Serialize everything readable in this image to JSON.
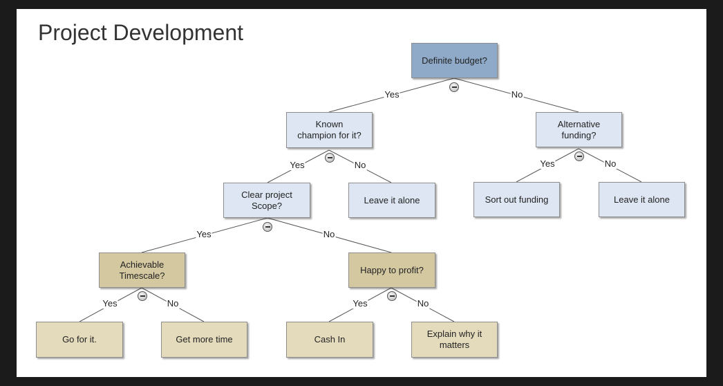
{
  "title": "Project Development",
  "colors": {
    "background": "#1b1b1b",
    "canvas": "#ffffff",
    "decision_root": "#8fa9c9",
    "decision": "#dde6f2",
    "leaf_tan": "#d4c8a1",
    "leaf_tan_light": "#e4dbbd",
    "edge": "#555555"
  },
  "nodes": {
    "definite_budget": "Definite budget?",
    "known_champion": "Known\nchampion for it?",
    "alternative_funding": "Alternative\nfunding?",
    "clear_scope": "Clear project\nScope?",
    "leave_alone_1": "Leave it alone",
    "sort_out_funding": "Sort out funding",
    "leave_alone_2": "Leave it alone",
    "achievable_timescale": "Achievable\nTimescale?",
    "happy_to_profit": "Happy to profit?",
    "go_for_it": "Go for it.",
    "get_more_time": "Get more time",
    "cash_in": "Cash In",
    "explain_why": "Explain why it\nmatters"
  },
  "edges": {
    "yes": "Yes",
    "no": "No"
  },
  "icons": {
    "collapse": "collapse-minus-icon"
  }
}
